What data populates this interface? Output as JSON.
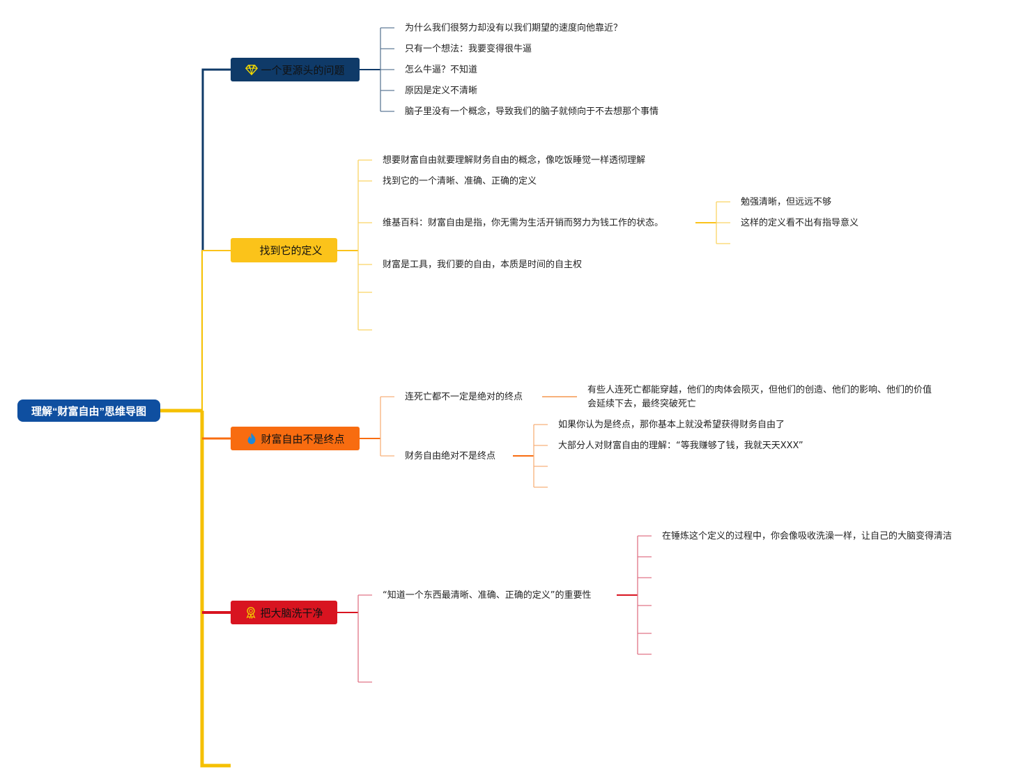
{
  "colors": {
    "root_bg": "#0f4fa0",
    "trunk": "#f5c000",
    "b1": "#0f3a68",
    "b2": "#fbc31a",
    "b3": "#f86c10",
    "b4": "#d81420",
    "b1_line": "#5f7a96",
    "b2_line": "#fad463",
    "b3_line": "#f7b07a",
    "b4_line": "#e07386"
  },
  "root": {
    "label": "理解“财富自由”思维导图"
  },
  "branches": [
    {
      "label": "一个更源头的问题",
      "icon": "diamond-icon",
      "items": [
        "为什么我们很努力却没有以我们期望的速度向他靠近？",
        "只有一个想法：我要变得很牛逼",
        "怎么牛逼？不知道",
        "原因是定义不清晰",
        "脑子里没有一个概念，导致我们的脑子就倾向于不去想那个事情"
      ]
    },
    {
      "label": "找到它的定义",
      "items": [
        "想要财富自由就要理解财务自由的概念，像吃饭睡觉一样透彻理解",
        "找到它的一个清晰、准确、正确的定义",
        "维基百科：财富自由是指，你无需为生活开销而努力为钱工作的状态。",
        "财富是工具，我们要的自由，本质是时间的自主权"
      ],
      "sub_items": [
        "勉强清晰，但远远不够",
        "这样的定义看不出有指导意义"
      ]
    },
    {
      "label": "财富自由不是终点",
      "icon": "fire-icon",
      "items": [
        "连死亡都不一定是绝对的终点",
        "财务自由绝对不是终点"
      ],
      "death_note": "有些人连死亡都能穿越，他们的肉体会陨灭，但他们的创造、他们的影响、他们的价值会延续下去，最终突破死亡",
      "sub_items": [
        "如果你认为是终点，那你基本上就没希望获得财务自由了",
        "大部分人对财富自由的理解：“等我赚够了钱，我就天天XXX”"
      ]
    },
    {
      "label": "把大脑洗干净",
      "icon": "ribbon-icon",
      "items": [
        "“知道一个东西最清晰、准确、正确的定义”的重要性"
      ],
      "sub_items": [
        "在锤炼这个定义的过程中，你会像吸收洗澡一样，让自己的大脑变得清洁"
      ]
    }
  ]
}
